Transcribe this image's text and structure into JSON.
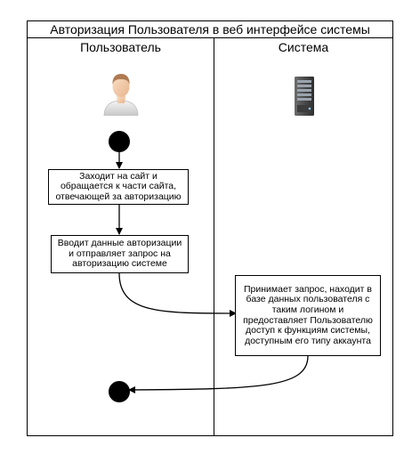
{
  "diagram": {
    "title": "Авторизация Пользователя в веб интерфейсе системы",
    "lanes": [
      {
        "name": "Пользователь",
        "icon": "user-icon"
      },
      {
        "name": "Система",
        "icon": "server-icon"
      }
    ],
    "steps": {
      "login_site": "Заходит на сайт и обращается к части сайта, отвечающей за авторизацию",
      "send_request": "Вводит данные авторизации и отправляет запрос на авторизацию системе",
      "process_request": "Принимает запрос, находит в базе данных пользователя с таким логином и предоставляет Пользователю доступ к функциям системы, доступным его типу аккаунта"
    },
    "colors": {
      "line": "#000000",
      "background": "#ffffff"
    }
  }
}
